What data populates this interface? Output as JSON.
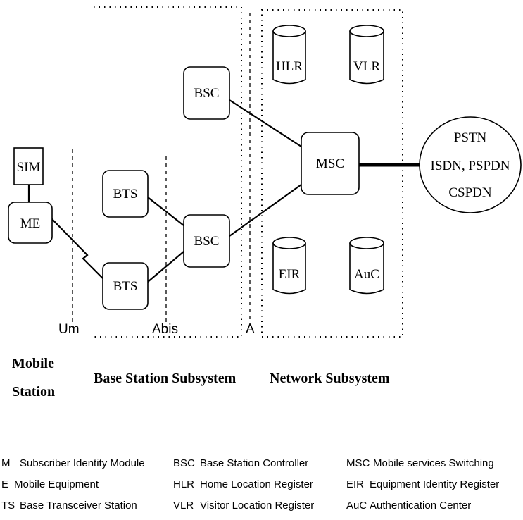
{
  "nodes": {
    "sim": "SIM",
    "me": "ME",
    "bts1": "BTS",
    "bts2": "BTS",
    "bsc1": "BSC",
    "bsc2": "BSC",
    "msc": "MSC",
    "hlr": "HLR",
    "vlr": "VLR",
    "eir": "EIR",
    "auc": "AuC",
    "pstn_line1": "PSTN",
    "pstn_line2": "ISDN, PSPDN",
    "pstn_line3": "CSPDN"
  },
  "interfaces": {
    "um": "Um",
    "abis": "Abis",
    "a": "A"
  },
  "sections": {
    "mobile_station_line1": "Mobile",
    "mobile_station_line2": "Station",
    "bss": "Base Station Subsystem",
    "nss": "Network Subsystem"
  },
  "legend": [
    [
      {
        "abbr": "M",
        "text": "Subscriber Identity Module"
      },
      {
        "abbr": "E",
        "text": "Mobile Equipment"
      },
      {
        "abbr": "TS",
        "text": "Base Transceiver Station"
      }
    ],
    [
      {
        "abbr": "BSC",
        "text": "Base Station Controller"
      },
      {
        "abbr": "HLR",
        "text": "Home Location Register"
      },
      {
        "abbr": "VLR",
        "text": "Visitor Location Register"
      }
    ],
    [
      {
        "abbr": "MSC",
        "text": "Mobile services Switching"
      },
      {
        "abbr": "EIR",
        "text": "Equipment Identity Register"
      },
      {
        "abbr": "AuC",
        "text": "Authentication Center"
      }
    ]
  ]
}
